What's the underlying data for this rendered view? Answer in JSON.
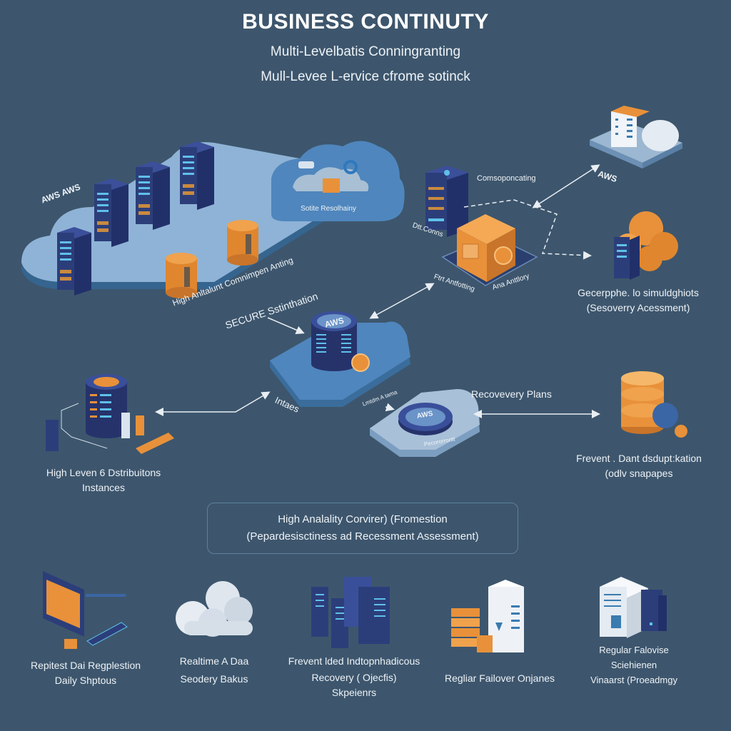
{
  "header": {
    "title": "BUSINESS CONTINUTY",
    "subtitle_1": "Multi-Levelbatis Conningranting",
    "subtitle_2": "Mull-Levee L-ervice cfrome sotinck"
  },
  "colors": {
    "background": "#3d566d",
    "cloud_light": "#8fb3d6",
    "cloud_mid": "#4f86bd",
    "server_navy": "#2c3e7a",
    "accent_orange": "#e8913a",
    "line_white": "#e9eef3"
  },
  "top_left_cluster": {
    "cloud_label": "AWS AWS",
    "cylinder_label_1": "High Anltalunt Comnimpen Anting",
    "cylinder_label_2": "SECURE Sstinthation"
  },
  "top_center_cloud": {
    "label": "Sotite Resolhainy"
  },
  "center_right_cluster": {
    "connector_label": "Comsoponcating",
    "server_label": "Dtt.Conns",
    "base_label_left": "Ftrt Antfotting",
    "base_label_right": "Ana Anttlory"
  },
  "top_right_node": {
    "label": "AWS"
  },
  "right_mid_node": {
    "label_line_1": "Gecerpphe. lo simuldghiots",
    "label_line_2": "(Sesoverry Acessment)"
  },
  "center_aws_node": {
    "cylinder_label": "AWS",
    "left_label": "Intaes",
    "arrow_label": "Lmtdm A tama"
  },
  "center_small_node": {
    "disc_label": "AWS",
    "base_label": "Pecororrontt"
  },
  "recovery_link": {
    "label": "Recovevery Plans"
  },
  "right_db_node": {
    "label_line_1": "Frevent . Dant dsdupt:kation",
    "label_line_2": "(odlv snapapes"
  },
  "left_mid_node": {
    "label_line_1": "High Leven 6 Dstribuitons",
    "label_line_2": "Instances"
  },
  "callout": {
    "line_1": "High Analality Corvirer) (Fromestion",
    "line_2": "(Pepardesisctiness ad Recessment Assessment)"
  },
  "bottom_row": [
    {
      "icon": "monitor-icon",
      "lines": [
        "Repitest Dai Regplestion",
        "Daily Shptous"
      ]
    },
    {
      "icon": "cloud-icon",
      "lines": [
        "Realtime A Daa",
        "Seodery Bakus"
      ]
    },
    {
      "icon": "server-rack-icon",
      "lines": [
        "Frevent lded Indtopnhadicous",
        "Recovery ( Ojecfis)",
        "Skpeienrs"
      ]
    },
    {
      "icon": "storage-boxes-icon",
      "lines": [
        "Regliar Failover Onjanes"
      ]
    },
    {
      "icon": "document-server-icon",
      "lines": [
        "Regular Falovise",
        "Sciehienen",
        "Vinaarst (Proeadmgy"
      ]
    }
  ]
}
